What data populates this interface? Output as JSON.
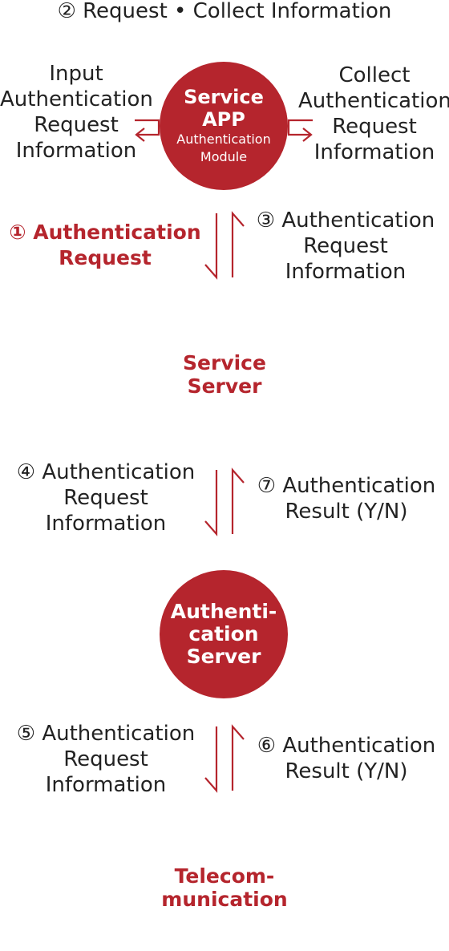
{
  "top_step": {
    "number": "②",
    "label": "Request • Collect Information"
  },
  "input_info": {
    "lines": [
      "Input",
      "Authentication",
      "Request",
      "Information"
    ]
  },
  "collect_info": {
    "lines": [
      "Collect",
      "Authentication",
      "Request",
      "Information"
    ]
  },
  "service_app": {
    "title_lines": [
      "Service",
      "APP"
    ],
    "sub_lines": [
      "Authentication",
      "Module"
    ]
  },
  "step1": {
    "number": "①",
    "lines": [
      "Authentication",
      "Request"
    ]
  },
  "step3": {
    "number": "③",
    "lines": [
      "Authentication",
      "Request",
      "Information"
    ]
  },
  "service_server": {
    "lines": [
      "Service",
      "Server"
    ]
  },
  "step4": {
    "number": "④",
    "lines": [
      "Authentication",
      "Request",
      "Information"
    ]
  },
  "step7": {
    "number": "⑦",
    "lines": [
      "Authentication",
      "Result (Y/N)"
    ]
  },
  "auth_server": {
    "lines": [
      "Authenti-",
      "cation",
      "Server"
    ]
  },
  "step5": {
    "number": "⑤",
    "lines": [
      "Authentication",
      "Request",
      "Information"
    ]
  },
  "step6": {
    "number": "⑥",
    "lines": [
      "Authentication",
      "Result (Y/N)"
    ]
  },
  "telecom": {
    "lines": [
      "Telecom-",
      "munication"
    ]
  },
  "colors": {
    "accent": "#b5252d",
    "text": "#222222",
    "background": "#ffffff"
  }
}
